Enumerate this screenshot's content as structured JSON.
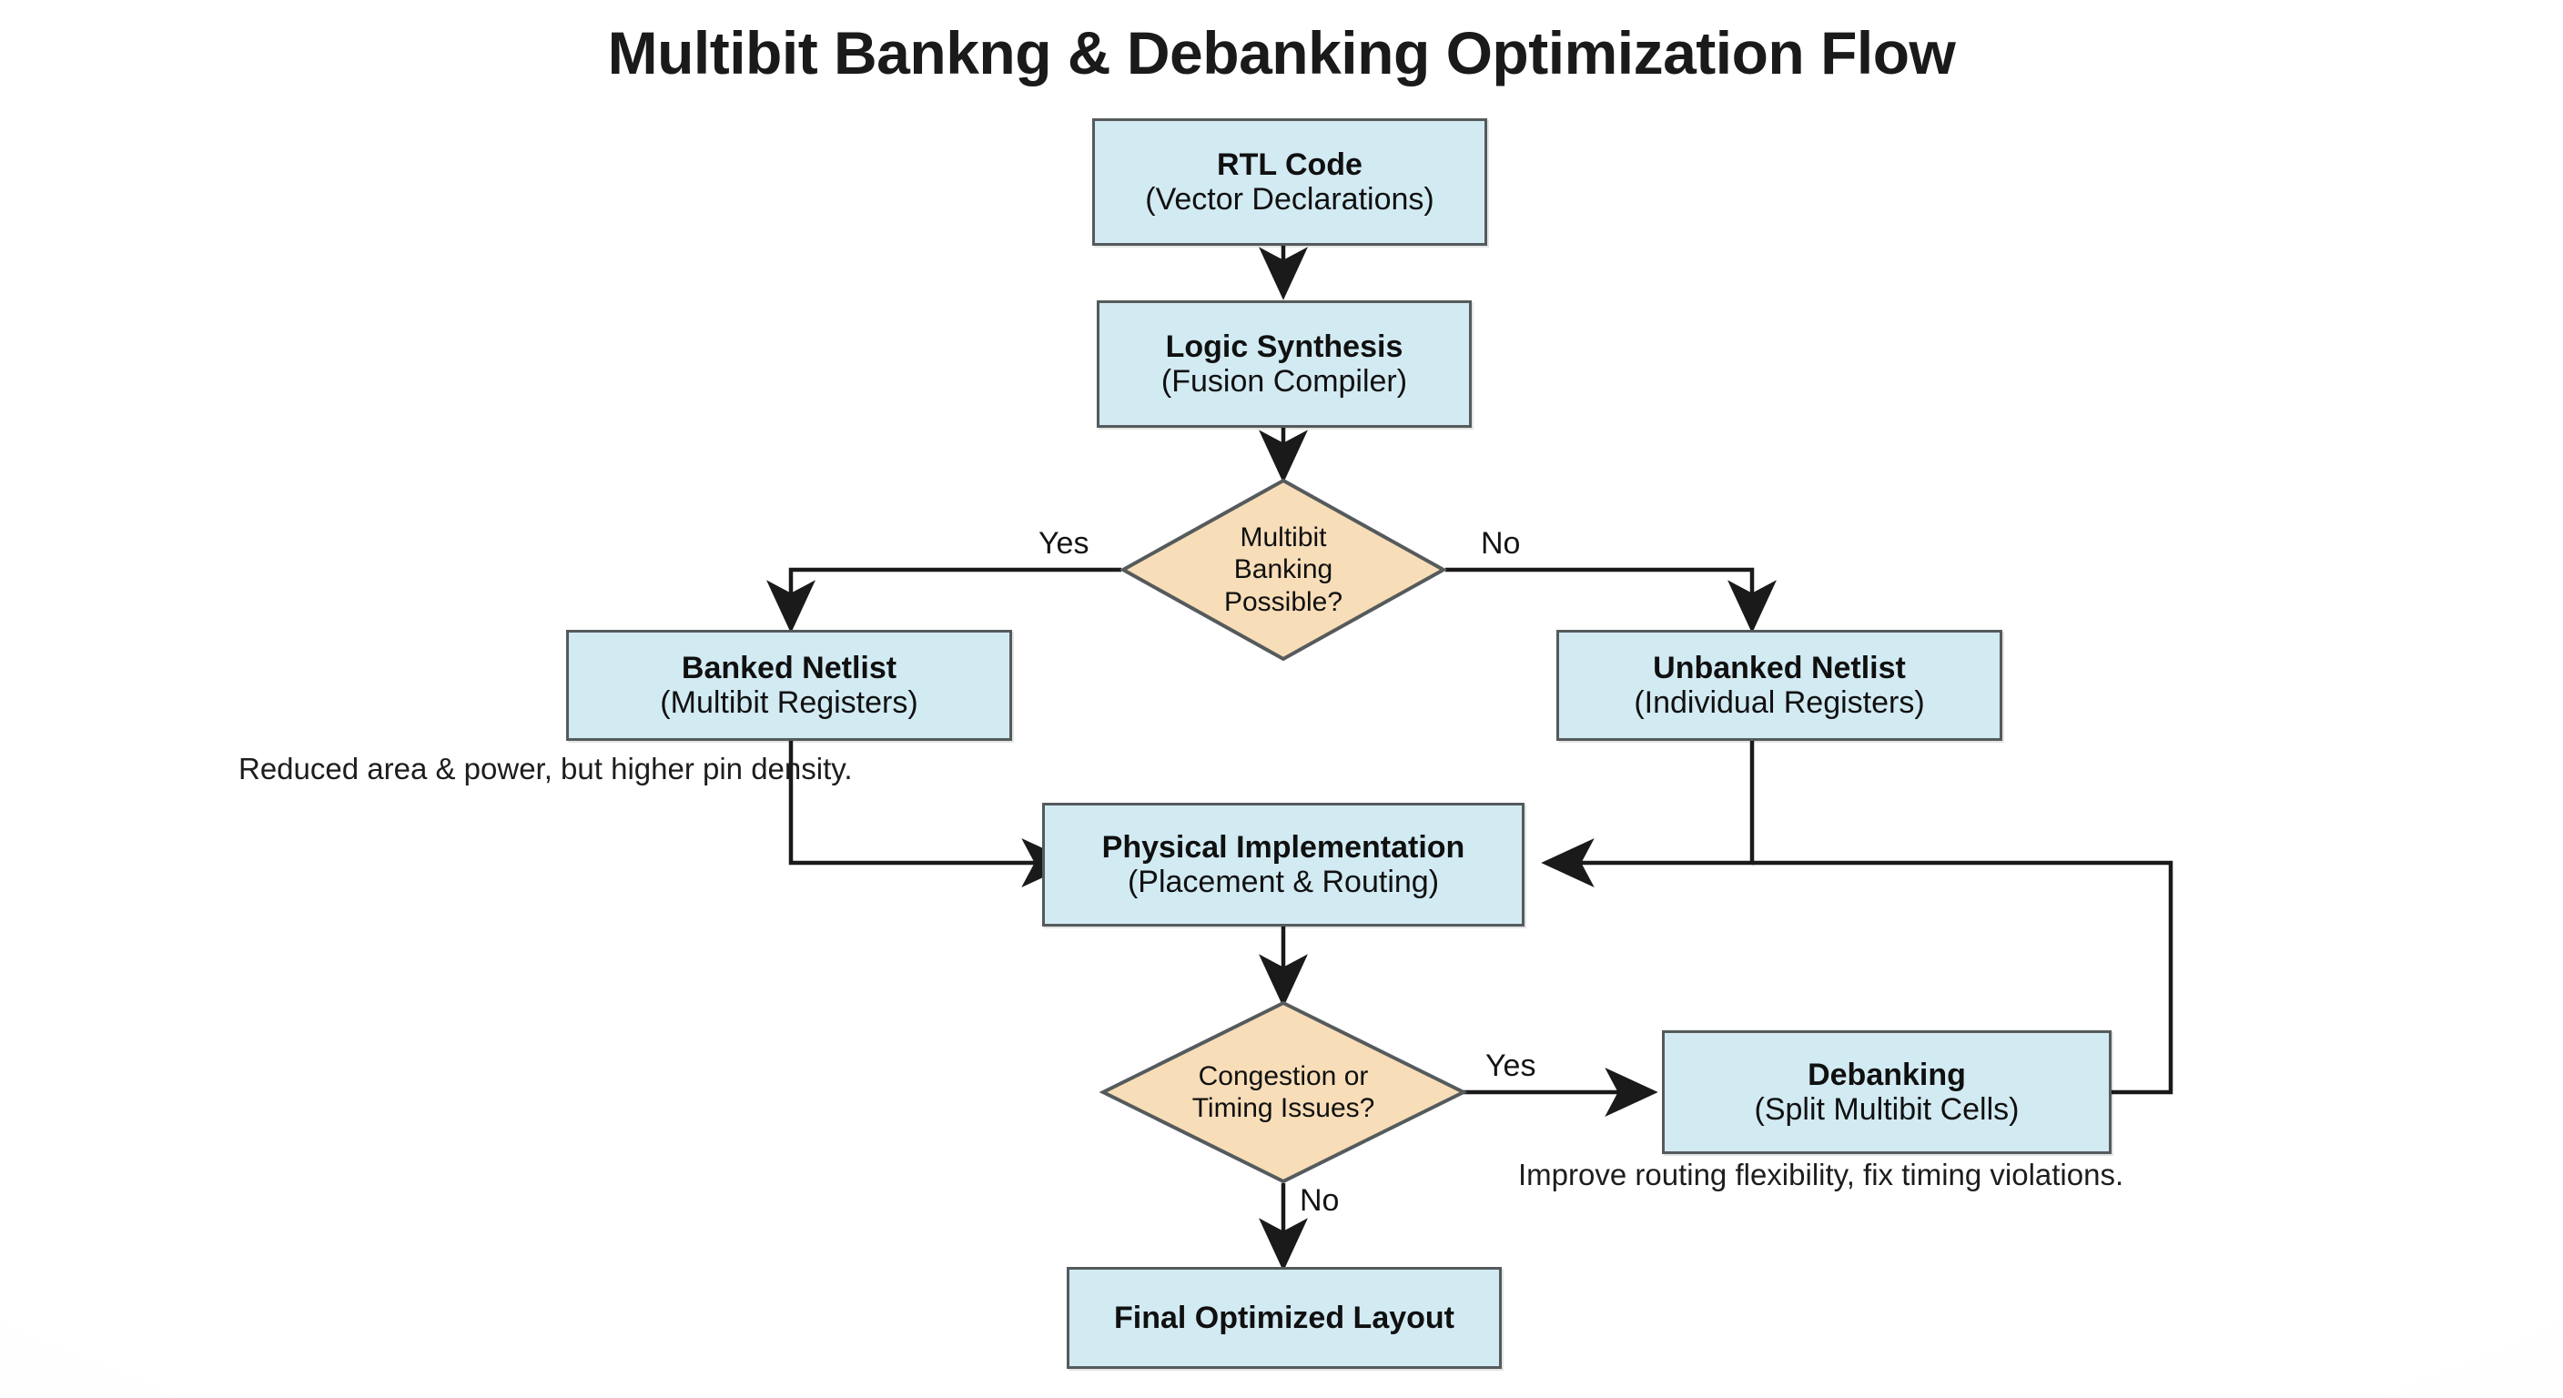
{
  "figure": {
    "title": "Multibit Bankng & Debanking Optimization Flow",
    "background_color": "#fdfdfc",
    "process_fill": "#d2eaf2",
    "decision_fill": "#f7ddb8",
    "border_color": "#555a5c",
    "line_color": "#1a1a1a",
    "text_color": "#101010"
  },
  "nodes": {
    "rtl_code": {
      "title": "RTL Code",
      "subtitle": "(Vector Declarations)",
      "shape": "process"
    },
    "logic_synthesis": {
      "title": "Logic Synthesis",
      "subtitle": "(Fusion Compiler)",
      "shape": "process"
    },
    "multibit_decision": {
      "line1": "Multibit",
      "line2": "Banking",
      "line3": "Possible?",
      "shape": "decision"
    },
    "banked_netlist": {
      "title": "Banked Netlist",
      "subtitle": "(Multibit Registers)",
      "shape": "process"
    },
    "unbanked_netlist": {
      "title": "Unbanked Netlist",
      "subtitle": "(Individual Registers)",
      "shape": "process"
    },
    "physical_impl": {
      "title": "Physical Implementation",
      "subtitle": "(Placement & Routing)",
      "shape": "process"
    },
    "congestion_decision": {
      "line1": "Congestion or",
      "line2": "Timing Issues?",
      "shape": "decision"
    },
    "debanking": {
      "title": "Debanking",
      "subtitle": "(Split Multibit Cells)",
      "shape": "process"
    },
    "final_layout": {
      "title": "Final Optimized Layout",
      "subtitle": "",
      "shape": "process"
    }
  },
  "edge_labels": {
    "multibit_yes": "Yes",
    "multibit_no": "No",
    "congestion_yes": "Yes",
    "congestion_no": "No"
  },
  "annotations": {
    "banked_note": "Reduced area & power, but higher pin density.",
    "debanking_note": "Improve routing flexibility, fix timing violations."
  },
  "chart_data": {
    "type": "diagram",
    "title": "Multibit Bankng & Debanking Optimization Flow",
    "nodes": [
      {
        "id": "rtl_code",
        "label": "RTL Code (Vector Declarations)",
        "shape": "rectangle",
        "fill": "#d2eaf2"
      },
      {
        "id": "logic_synthesis",
        "label": "Logic Synthesis (Fusion Compiler)",
        "shape": "rectangle",
        "fill": "#d2eaf2"
      },
      {
        "id": "multibit_decision",
        "label": "Multibit Banking Possible?",
        "shape": "diamond",
        "fill": "#f7ddb8"
      },
      {
        "id": "banked_netlist",
        "label": "Banked Netlist (Multibit Registers)",
        "shape": "rectangle",
        "fill": "#d2eaf2"
      },
      {
        "id": "unbanked_netlist",
        "label": "Unbanked Netlist (Individual Registers)",
        "shape": "rectangle",
        "fill": "#d2eaf2"
      },
      {
        "id": "physical_impl",
        "label": "Physical Implementation (Placement & Routing)",
        "shape": "rectangle",
        "fill": "#d2eaf2"
      },
      {
        "id": "congestion_decision",
        "label": "Congestion or Timing Issues?",
        "shape": "diamond",
        "fill": "#f7ddb8"
      },
      {
        "id": "debanking",
        "label": "Debanking (Split Multibit Cells)",
        "shape": "rectangle",
        "fill": "#d2eaf2"
      },
      {
        "id": "final_layout",
        "label": "Final Optimized Layout",
        "shape": "rectangle",
        "fill": "#d2eaf2"
      }
    ],
    "edges": [
      {
        "from": "rtl_code",
        "to": "logic_synthesis",
        "label": ""
      },
      {
        "from": "logic_synthesis",
        "to": "multibit_decision",
        "label": ""
      },
      {
        "from": "multibit_decision",
        "to": "banked_netlist",
        "label": "Yes"
      },
      {
        "from": "multibit_decision",
        "to": "unbanked_netlist",
        "label": "No"
      },
      {
        "from": "banked_netlist",
        "to": "physical_impl",
        "label": ""
      },
      {
        "from": "unbanked_netlist",
        "to": "physical_impl",
        "label": ""
      },
      {
        "from": "physical_impl",
        "to": "congestion_decision",
        "label": ""
      },
      {
        "from": "congestion_decision",
        "to": "debanking",
        "label": "Yes"
      },
      {
        "from": "congestion_decision",
        "to": "final_layout",
        "label": "No"
      },
      {
        "from": "debanking",
        "to": "physical_impl",
        "label": ""
      }
    ],
    "annotations": [
      "Reduced area & power, but higher pin density.",
      "Improve routing flexibility, fix timing violations."
    ]
  }
}
